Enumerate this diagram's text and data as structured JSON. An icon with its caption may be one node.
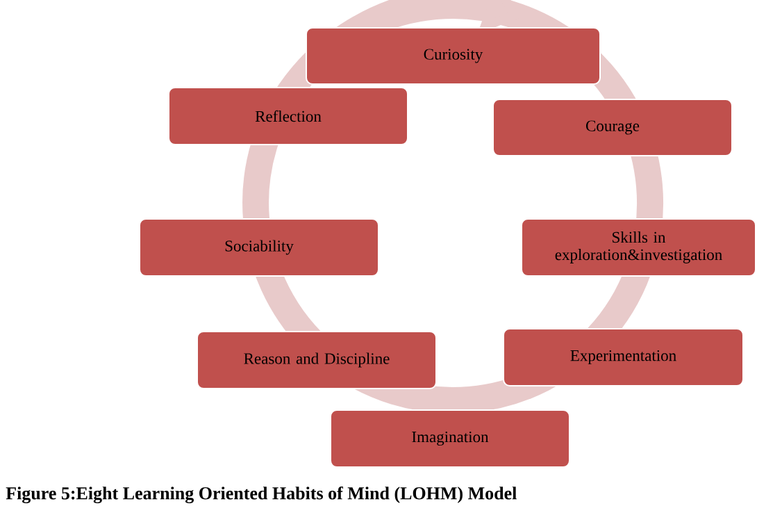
{
  "diagram": {
    "caption": "Figure 5:Eight Learning Oriented Habits of Mind (LOHM) Model",
    "nodes": [
      {
        "text": [
          "Curiosity"
        ]
      },
      {
        "text": [
          "Courage"
        ]
      },
      {
        "text": [
          "Skills in exploration&investigation"
        ]
      },
      {
        "text": [
          "Experimentation"
        ]
      },
      {
        "text": [
          "Imagination"
        ]
      },
      {
        "text": [
          "Reason and Discipline"
        ]
      },
      {
        "text": [
          "Sociability"
        ]
      },
      {
        "text": [
          "Reflection"
        ]
      }
    ]
  }
}
